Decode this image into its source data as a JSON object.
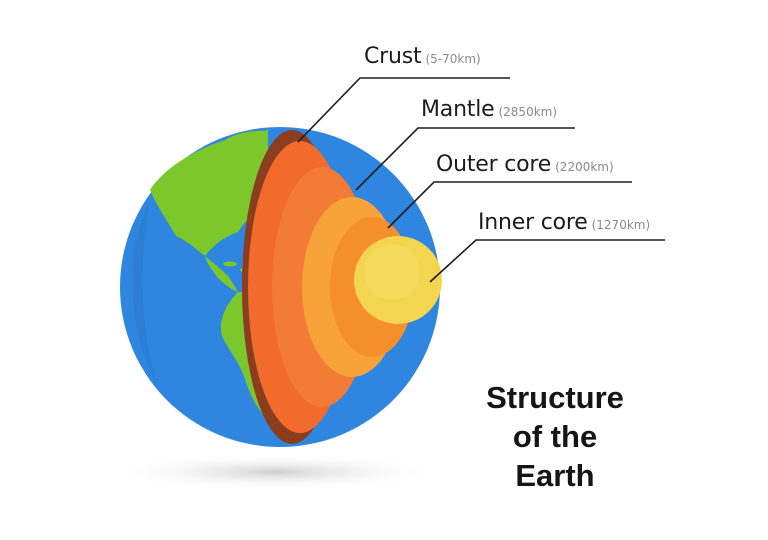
{
  "layers": [
    {
      "key": "crust",
      "name": "Crust",
      "depth": "(5-70km)",
      "color": "#8a3e1f"
    },
    {
      "key": "mantle",
      "name": "Mantle",
      "depth": "(2850km)",
      "color": "#f26a2c"
    },
    {
      "key": "outer_core",
      "name": "Outer core",
      "depth": "(2200km)",
      "color": "#f8a23a"
    },
    {
      "key": "inner_core",
      "name": "Inner core",
      "depth": "(1270km)",
      "color": "#f4d550"
    }
  ],
  "title": {
    "line1": "Structure",
    "line2": "of the",
    "line3": "Earth"
  },
  "colors": {
    "ocean": "#2f86e0",
    "land": "#7cc72b",
    "leader_line": "#1c1c1c"
  }
}
